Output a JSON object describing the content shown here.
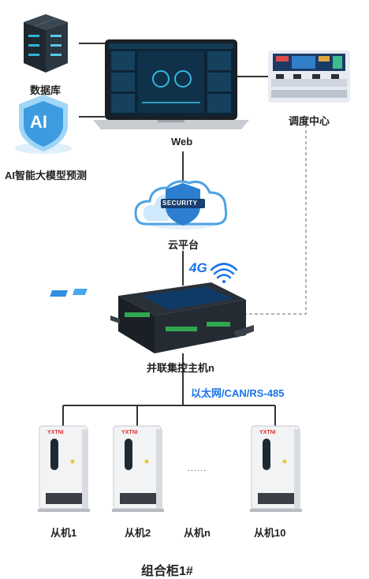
{
  "nodes": {
    "database": "数据库",
    "ai_model": "AI智能大模型预测",
    "web": "Web",
    "dispatch_center": "调度中心",
    "cloud_platform": "云平台",
    "cloud_badge": "SECURITY",
    "network_4g": "4G",
    "controller": "并联集控主机n",
    "bus_label": "以太网/CAN/RS-485",
    "slaves": [
      {
        "label": "从机1",
        "brand": "YXTNI"
      },
      {
        "label": "从机2",
        "brand": "YXTNI"
      },
      {
        "label": "从机n",
        "brand": ""
      },
      {
        "label": "从机10",
        "brand": "YXTNI"
      }
    ],
    "ellipsis": "......",
    "ai_badge": "AI"
  },
  "footer_title": "组合柜1#",
  "colors": {
    "line": "#333333",
    "dashed": "#9a9a9a",
    "accent_blue": "#1a73e8",
    "cabinet": "#f2f3f5",
    "dark": "#1e2a33"
  }
}
